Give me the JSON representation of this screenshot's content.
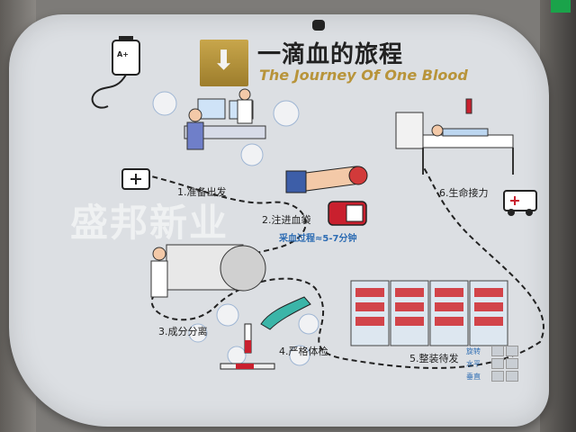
{
  "title": {
    "chinese": "一滴血的旅程",
    "english": "The Journey Of One Blood"
  },
  "steps": [
    "1.准备出发",
    "2.注进血袋",
    "3.成分分离",
    "4.严格体检",
    "5.整装待发",
    "6.生命接力"
  ],
  "blood_bag_label": "A+",
  "collection_time": "采血过程≈5-7分钟",
  "watermark": "盛邦新业",
  "controls": [
    "旋转",
    "水平",
    "垂直"
  ]
}
